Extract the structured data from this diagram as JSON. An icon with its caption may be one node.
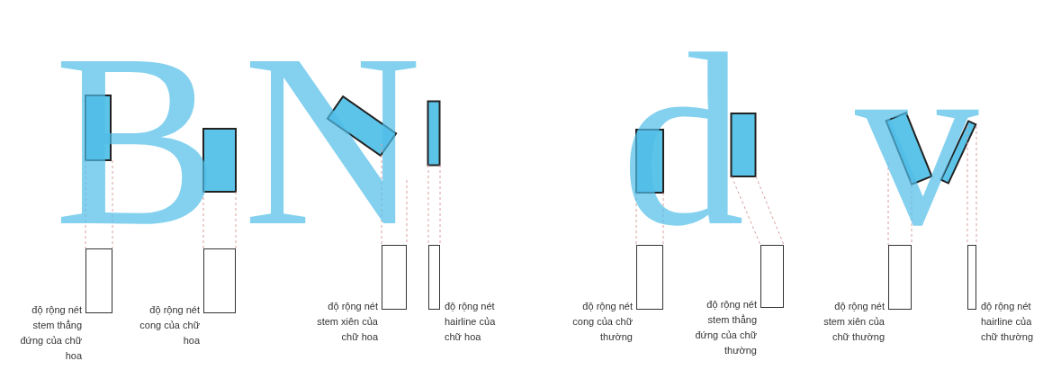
{
  "diagram": {
    "nodes": [
      {
        "text": [],
        "shape": "box",
        "beside": [
          "độ rộng nét stem thẳng đứng của chữ hoa"
        ]
      },
      {
        "text": [],
        "shape": "box",
        "beside": [
          "độ rộng nét cong của chữ hoa"
        ]
      },
      {
        "text": [],
        "shape": "box",
        "beside": [
          "độ rộng nét stem xiên của chữ hoa"
        ]
      },
      {
        "text": [],
        "shape": "box",
        "beside": [
          "độ rộng nét hairline của chữ hoa"
        ]
      },
      {
        "text": [],
        "shape": "box",
        "beside": [
          "độ rộng nét cong của chữ thường"
        ]
      },
      {
        "text": [],
        "shape": "box",
        "beside": [
          "độ rộng nét stem thẳng đứng của chữ thường"
        ]
      },
      {
        "text": [],
        "shape": "box",
        "beside": [
          "độ rộng nét stem xiên của chữ thường"
        ]
      },
      {
        "text": [],
        "shape": "box",
        "beside": [
          "độ rộng nét hairline của chữ thường"
        ]
      }
    ],
    "labels": [
      "B",
      "N",
      "d",
      "v"
    ]
  }
}
